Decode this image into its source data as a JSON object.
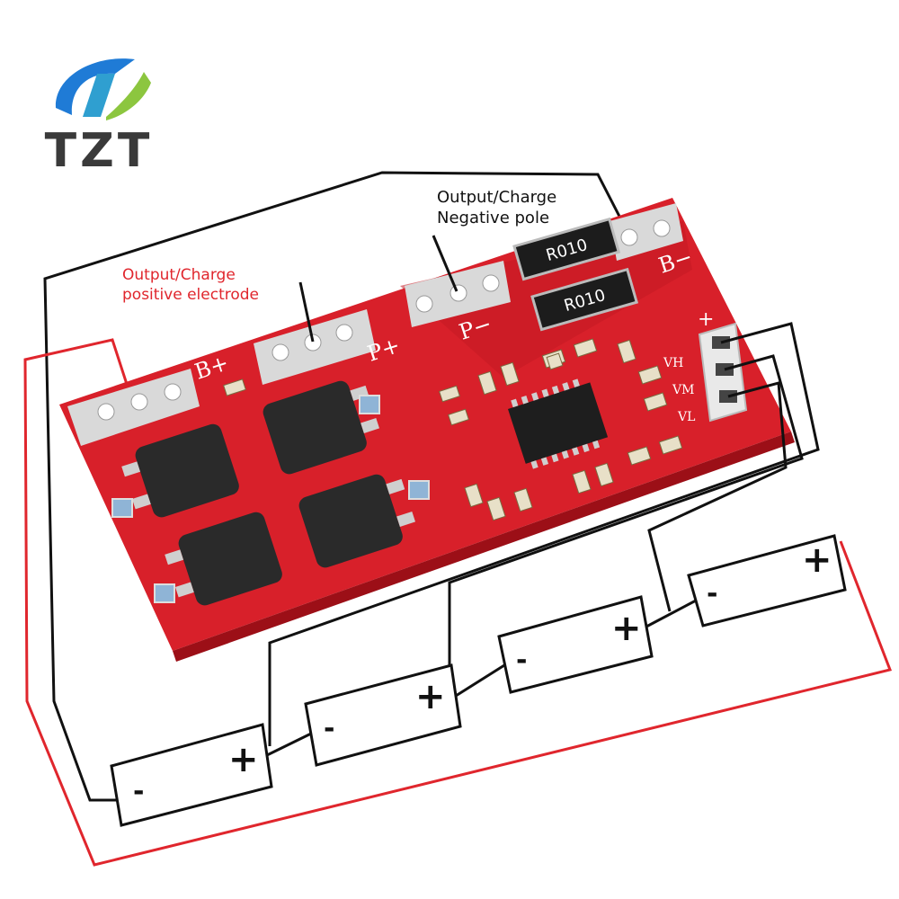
{
  "brand": {
    "name": "TZT",
    "colors": {
      "blue": "#1f7bd6",
      "green": "#8cc63f",
      "text": "#3a3a3a"
    }
  },
  "annotations": {
    "positive": [
      "Output/Charge",
      "positive electrode"
    ],
    "negative": [
      "Output/Charge",
      "Negative pole"
    ]
  },
  "board": {
    "pads": {
      "b_plus": "B+",
      "p_plus": "P+",
      "p_minus": "P−",
      "b_minus": "B−"
    },
    "balance": {
      "plus": "+",
      "vh": "VH",
      "vm": "VM",
      "vl": "VL"
    },
    "resistors": [
      "R010",
      "R010"
    ],
    "colors": {
      "pcb": "#d8202a",
      "pcb_dark": "#b3141d",
      "pad": "#d9d9d9",
      "mosfet": "#2a2a2a"
    }
  },
  "cells": [
    {
      "minus": "-",
      "plus": "+"
    },
    {
      "minus": "-",
      "plus": "+"
    },
    {
      "minus": "-",
      "plus": "+"
    },
    {
      "minus": "-",
      "plus": "+"
    }
  ],
  "wires": {
    "positive_color": "#e0262d",
    "negative_color": "#111111"
  }
}
